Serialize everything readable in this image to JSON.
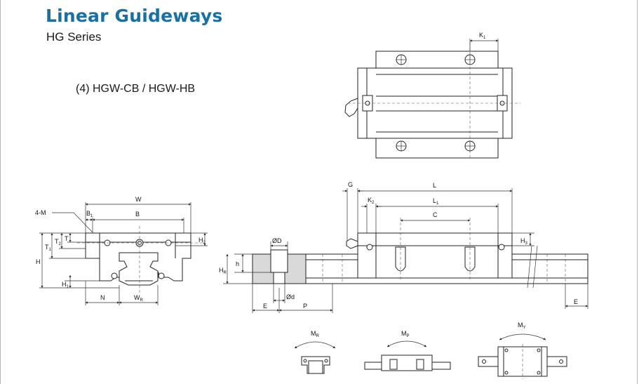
{
  "header": {
    "title": "Linear Guideways",
    "subtitle": "HG Series",
    "model_heading": "(4)  HGW-CB / HGW-HB"
  },
  "front_view_labels": {
    "m": "4-M",
    "w": "W",
    "b1": "B",
    "b1_sub": "1",
    "b": "B",
    "t1": "T",
    "t1_sub": "1",
    "t2": "T",
    "t2_sub": "2",
    "t": "T",
    "h2": "H",
    "h2_sub": "2",
    "h": "H",
    "h1": "H",
    "h1_sub": "1",
    "n": "N",
    "wr": "W",
    "wr_sub": "R"
  },
  "side_view_labels": {
    "g": "G",
    "l": "L",
    "k2": "K",
    "k2_sub": "2",
    "l1": "L",
    "l1_sub": "1",
    "c": "C",
    "h3": "H",
    "h3_sub": "3",
    "od": "ØD",
    "h_small": "h",
    "hr": "H",
    "hr_sub": "R",
    "od_small": "Ød",
    "e": "E",
    "p": "P",
    "e_right": "E"
  },
  "top_view_labels": {
    "k1": "K",
    "k1_sub": "1"
  },
  "moment_labels": {
    "mr": "M",
    "mr_sub": "R",
    "mp": "M",
    "mp_sub": "P",
    "my": "M",
    "my_sub": "Y"
  },
  "colors": {
    "title": "#1a6fa3",
    "rail_section": "#d9d9d9"
  }
}
